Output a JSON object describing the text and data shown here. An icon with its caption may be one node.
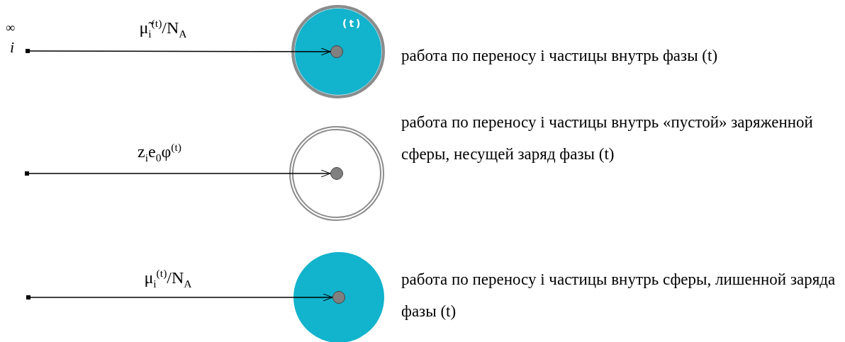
{
  "diagram": {
    "nodes": [
      {
        "text": [
          "∞",
          "i"
        ]
      },
      {
        "text": [
          "(t)"
        ],
        "beside": [
          "работа по переносу i частицы внутрь фазы (t)"
        ]
      },
      {
        "text": [],
        "shape": "circle",
        "in": 1
      },
      {
        "text": [],
        "shape": "box"
      },
      {
        "text": [],
        "shape": "circle",
        "beside": [
          "работа по переносу i частицы внутрь «пустой» заряженной сферы, несущей заряд фазы (t)"
        ]
      },
      {
        "text": [],
        "shape": "circle",
        "in": 4
      },
      {
        "text": [],
        "shape": "box"
      },
      {
        "text": [],
        "shape": "circle",
        "beside": [
          "работа по переносу i частицы внутрь сферы, лишенной заряда фазы (t)"
        ]
      },
      {
        "text": [],
        "shape": "circle",
        "in": 7
      }
    ],
    "edges": [
      {
        "from": 0,
        "to": 2,
        "arrow": "to",
        "label": "μ̃$_{i}$$^{(t)}$/N$_{A}$"
      },
      {
        "from": 3,
        "to": 5,
        "arrow": "to",
        "label": "z$_{i}$e$_{0}$φ$^{(t)}$"
      },
      {
        "from": 6,
        "to": 8,
        "arrow": "to",
        "label": "μ$_{i}$$^{(t)}$/N$_{A}$"
      }
    ]
  }
}
